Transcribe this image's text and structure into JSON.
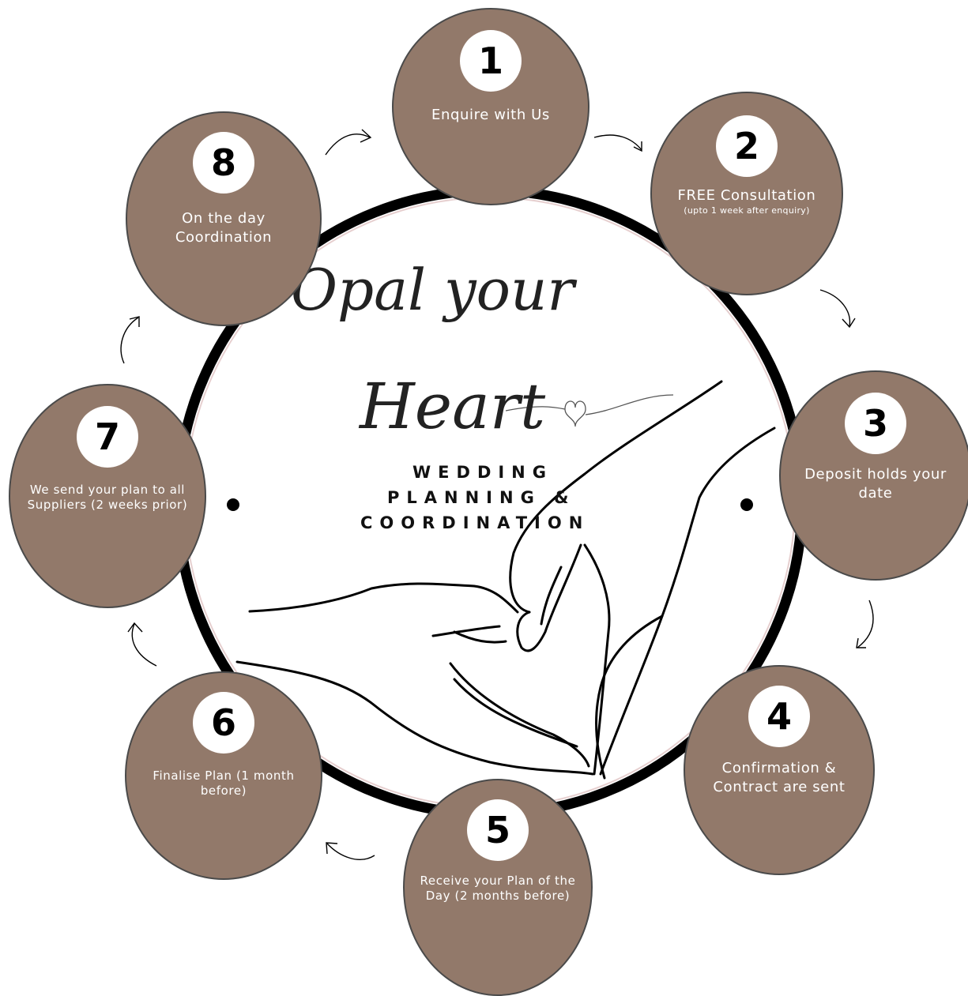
{
  "logo": {
    "script_line1": "Opal your",
    "script_line2": "Heart",
    "tag_line1": "WEDDING",
    "tag_line2": "PLANNING &",
    "tag_line3": "COORDINATION"
  },
  "colors": {
    "step_fill": "#92796a",
    "ring": "#000000",
    "number_bg": "#ffffff"
  },
  "steps": [
    {
      "number": "1",
      "label": "Enquire with Us",
      "sub": ""
    },
    {
      "number": "2",
      "label": "FREE Consultation",
      "sub": "(upto 1 week after enquiry)"
    },
    {
      "number": "3",
      "label": "Deposit holds your date",
      "sub": ""
    },
    {
      "number": "4",
      "label": "Confirmation & Contract are sent",
      "sub": ""
    },
    {
      "number": "5",
      "label": "Receive your Plan of the Day (2 months before)",
      "sub": ""
    },
    {
      "number": "6",
      "label": "Finalise Plan (1 month before)",
      "sub": ""
    },
    {
      "number": "7",
      "label": "We send your plan to all Suppliers (2 weeks prior)",
      "sub": ""
    },
    {
      "number": "8",
      "label": "On the day Coordination",
      "sub": ""
    }
  ]
}
